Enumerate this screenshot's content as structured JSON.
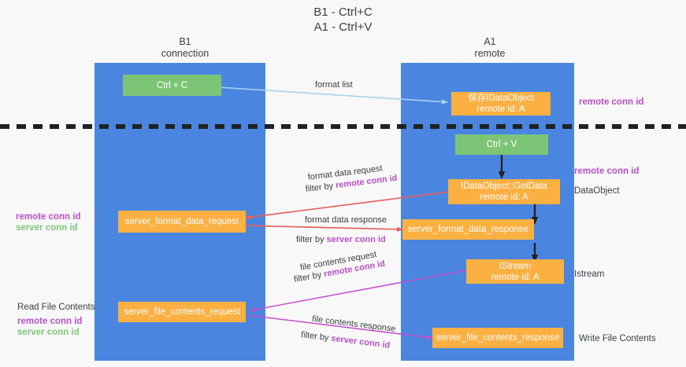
{
  "title": "B1 - Ctrl+C\nA1 - Ctrl+V",
  "columns": {
    "left": "B1\nconnection",
    "right": "A1\nremote"
  },
  "colors": {
    "lane": "#4a86e0",
    "green_node": "#7cc576",
    "orange_node": "#fbb042",
    "purple_text": "#b64fc8",
    "green_text": "#7cc576",
    "format_arrow": "#a8d3f0",
    "red_arrow": "#e8605d",
    "purple_arrow": "#c64fd0",
    "black_arrow": "#202124",
    "divider": "#202124",
    "background": "#f8f8f8"
  },
  "nodes": {
    "ctrl_c": "Ctrl + C",
    "ctrl_v": "Ctrl + V",
    "save_idataobject": "保存IDataObject\nremote id: A",
    "getdata": "IDataObject::GetData\nremote id: A",
    "server_format_data_request": "server_format_data_request",
    "server_format_data_response": "server_format_data_response",
    "istream": "IStream\nremote id: A",
    "server_file_contents_request": "server_file_contents_request",
    "server_file_contents_response": "server_file_contents_response"
  },
  "edges": {
    "format_list": "format list",
    "format_data_request": "format data request",
    "format_data_request_filter_prefix": "filter by ",
    "format_data_request_filter_key": "remote conn id",
    "format_data_response": "format data response",
    "format_data_response_filter_prefix": "filter by ",
    "format_data_response_filter_key": "server conn id",
    "file_contents_request": "file contents request",
    "file_contents_request_filter_prefix": "filter by ",
    "file_contents_request_filter_key": "remote conn id",
    "file_contents_response": "file contents response",
    "file_contents_response_filter_prefix": "filter by ",
    "file_contents_response_filter_key": "server conn id"
  },
  "annotations": {
    "right_remote_conn_id_top": "remote conn id",
    "right_remote_conn_id_mid": "remote conn id",
    "right_dataobject": "DataObject",
    "right_istream": "Istream",
    "right_write_file_contents": "Write File Contents",
    "left_remote_conn_id": "remote conn id",
    "left_server_conn_id": "server conn id",
    "left_read_file_contents": "Read File Contents",
    "left_remote_conn_id_2": "remote conn id",
    "left_server_conn_id_2": "server conn id"
  }
}
